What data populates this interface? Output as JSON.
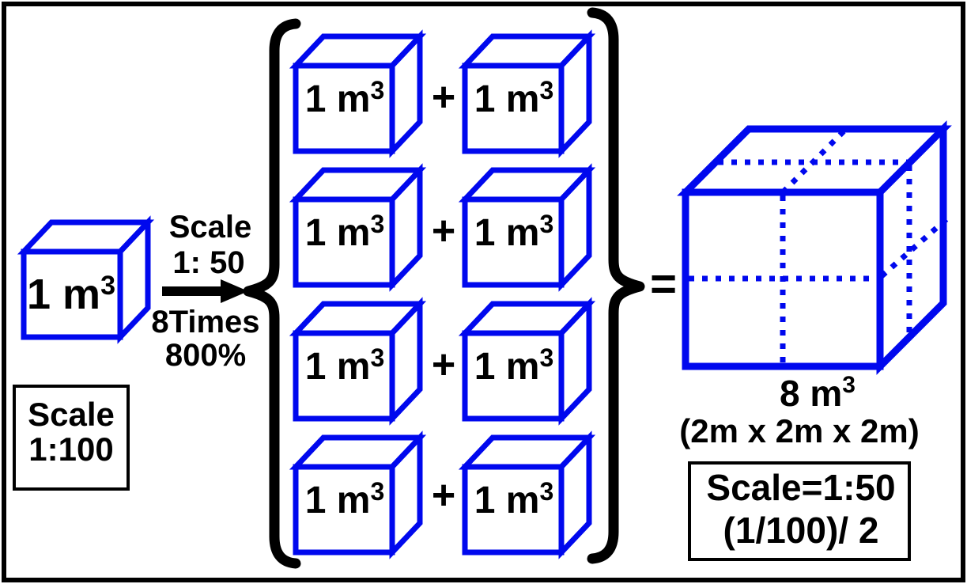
{
  "colors": {
    "blue": "#0008ee",
    "black": "#000000",
    "background": "#ffffff"
  },
  "source_cube": {
    "label": {
      "value": "1 m",
      "exp": "3"
    }
  },
  "source_scale_box": {
    "line1": "Scale",
    "line2": "1:100"
  },
  "transform_arrow": {
    "label_top_1": "Scale",
    "label_top_2": "1: 50",
    "label_bottom_1": "8Times",
    "label_bottom_2": "800%"
  },
  "cube_group": {
    "unit_label": {
      "value": "1 m",
      "exp": "3"
    },
    "plus": "+",
    "rows": 4,
    "columns": 2
  },
  "equals_sign": "=",
  "result": {
    "volume_label": {
      "value": "8 m",
      "exp": "3"
    },
    "dimensions_label": "(2m x 2m x 2m)",
    "scale_box": {
      "line1": "Scale=1:50",
      "line2": "(1/100)/ 2"
    }
  }
}
